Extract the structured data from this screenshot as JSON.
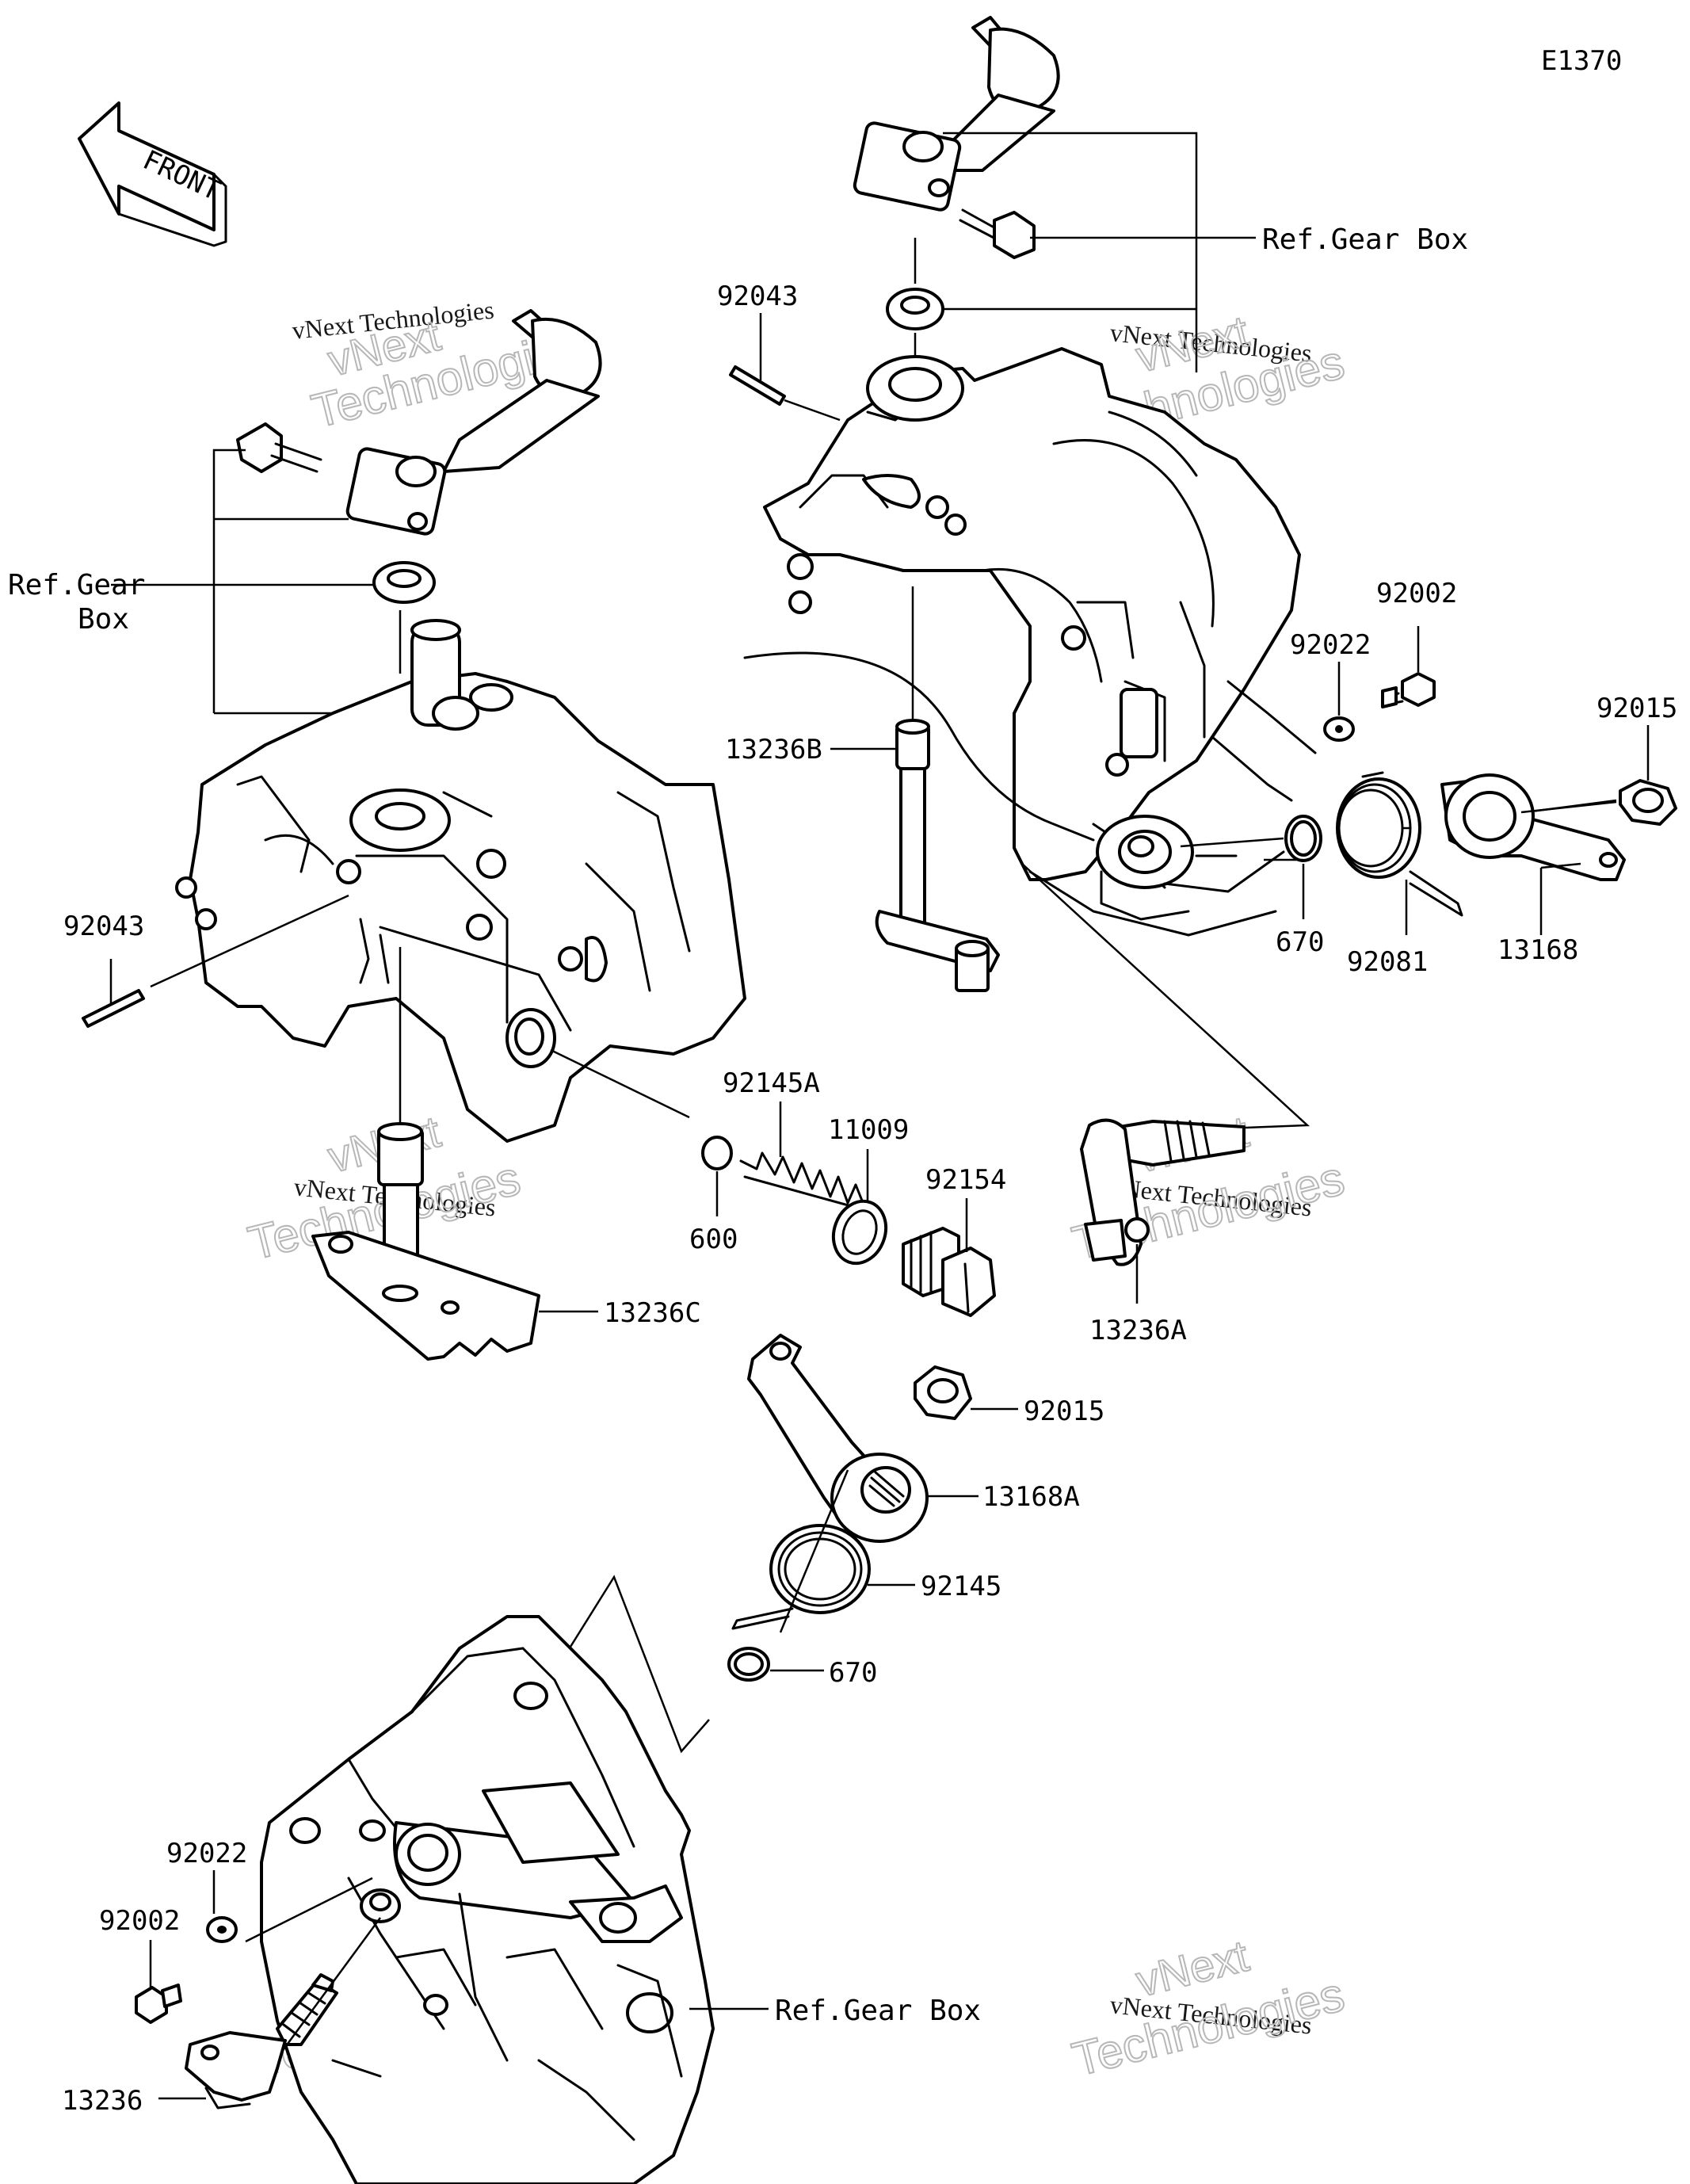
{
  "diagram_code": "E1370",
  "front_label": "FRONT",
  "reference_label": "Ref.Gear Box",
  "reference_label_split": [
    "Ref.Gear",
    "Box"
  ],
  "watermark": {
    "line1": "vNext Technologies",
    "line2": "vNext",
    "line3": "Technologies"
  },
  "parts": [
    {
      "id": "p92043a",
      "number": "92043"
    },
    {
      "id": "p92043b",
      "number": "92043"
    },
    {
      "id": "p13236B",
      "number": "13236B"
    },
    {
      "id": "p92002a",
      "number": "92002"
    },
    {
      "id": "p92022a",
      "number": "92022"
    },
    {
      "id": "p92015a",
      "number": "92015"
    },
    {
      "id": "p670a",
      "number": "670"
    },
    {
      "id": "p92081",
      "number": "92081"
    },
    {
      "id": "p13168",
      "number": "13168"
    },
    {
      "id": "p92145A",
      "number": "92145A"
    },
    {
      "id": "p11009",
      "number": "11009"
    },
    {
      "id": "p92154",
      "number": "92154"
    },
    {
      "id": "p600",
      "number": "600"
    },
    {
      "id": "p13236C",
      "number": "13236C"
    },
    {
      "id": "p13236A",
      "number": "13236A"
    },
    {
      "id": "p92015b",
      "number": "92015"
    },
    {
      "id": "p13168A",
      "number": "13168A"
    },
    {
      "id": "p92145",
      "number": "92145"
    },
    {
      "id": "p670b",
      "number": "670"
    },
    {
      "id": "p92022b",
      "number": "92022"
    },
    {
      "id": "p92002b",
      "number": "92002"
    },
    {
      "id": "p13236",
      "number": "13236"
    }
  ]
}
